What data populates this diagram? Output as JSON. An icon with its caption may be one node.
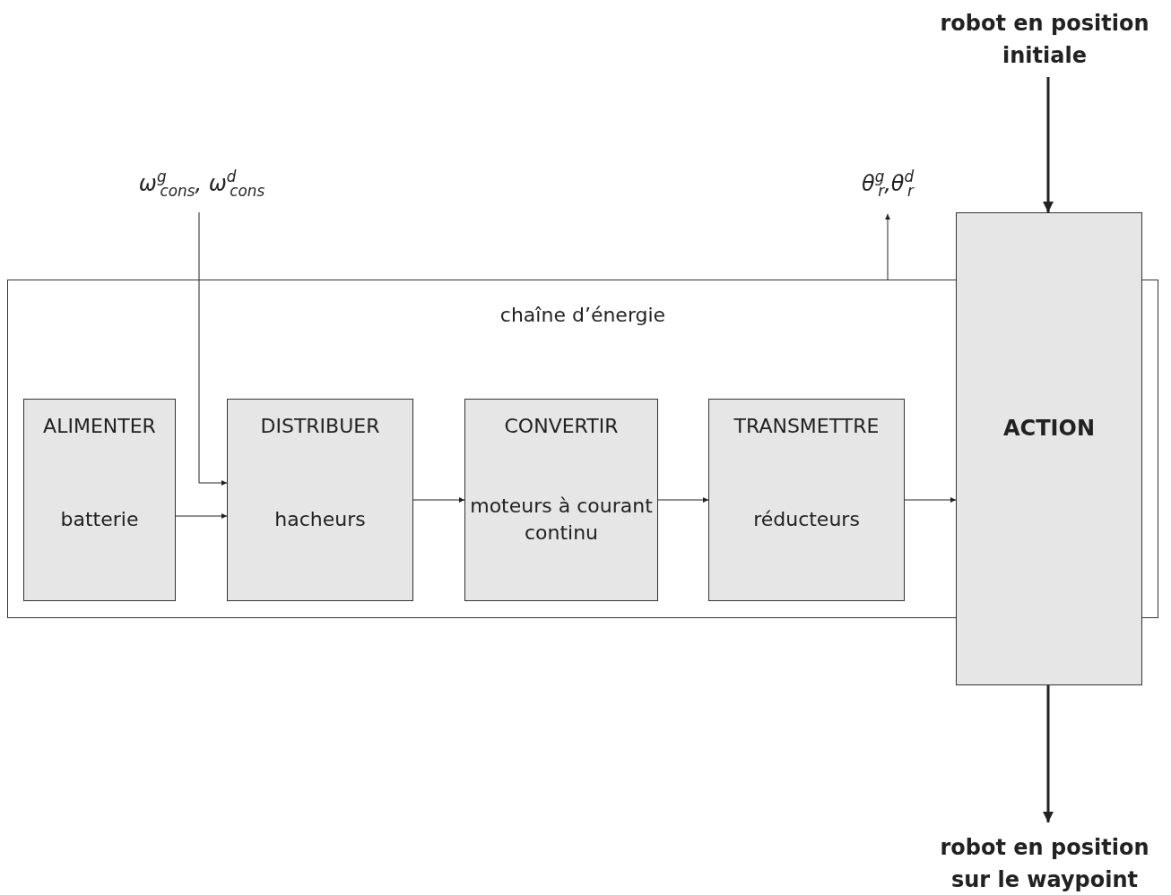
{
  "diagram": {
    "nodes": [
      {
        "text": [
          "chaîne d’énergie"
        ]
      },
      {
        "text": [
          "ALIMENTER",
          "batterie"
        ],
        "in": 0
      },
      {
        "text": [
          "DISTRIBUER",
          "hacheurs"
        ],
        "in": 0
      },
      {
        "text": [
          "CONVERTIR",
          "moteurs à courant continu"
        ],
        "in": 0
      },
      {
        "text": [
          "TRANSMETTRE",
          "réducteurs"
        ],
        "in": 0
      },
      {
        "text": [
          "ACTION"
        ]
      },
      {
        "text": [
          "ω$^{g}$$_{cons}$, ω$^{d}$$_{cons}$"
        ]
      },
      {
        "text": [
          "θ$^{g}$$_{r}$,θ$^{d}$$_{r}$"
        ]
      },
      {
        "text": [
          "robot en position initiale"
        ]
      },
      {
        "text": [
          "robot en position sur le waypoint"
        ]
      }
    ],
    "edges": [
      {
        "from": 6,
        "to": 2,
        "arrow": "to"
      },
      {
        "from": 1,
        "to": 2,
        "arrow": "to"
      },
      {
        "from": 2,
        "to": 3,
        "arrow": "to"
      },
      {
        "from": 3,
        "to": 4,
        "arrow": "to"
      },
      {
        "from": 4,
        "to": 5,
        "arrow": "to"
      },
      {
        "from": 0,
        "to": 7,
        "arrow": "to"
      },
      {
        "from": 8,
        "to": 5,
        "arrow": "to",
        "style": "thick"
      },
      {
        "from": 5,
        "to": 9,
        "arrow": "to",
        "style": "thick"
      }
    ]
  }
}
